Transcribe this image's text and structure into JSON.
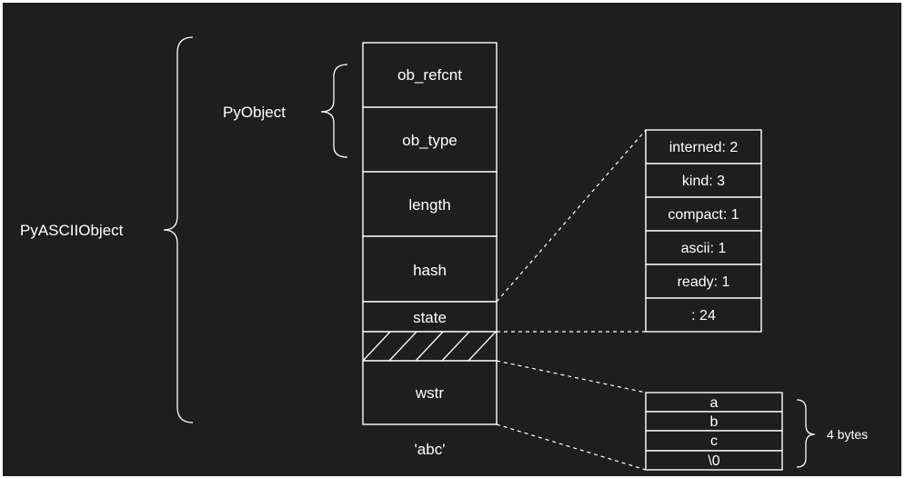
{
  "labels": {
    "outer_brace": "PyASCIIObject",
    "inner_brace": "PyObject",
    "string_literal": "'abc'",
    "bytes_note": "4 bytes"
  },
  "fields": [
    "ob_refcnt",
    "ob_type",
    "length",
    "hash",
    "state",
    "",
    "wstr"
  ],
  "state_bits": [
    "interned: 2",
    "kind: 3",
    "compact: 1",
    "ascii: 1",
    "ready: 1",
    ": 24"
  ],
  "chars": [
    "a",
    "b",
    "c",
    "\\0"
  ],
  "colors": {
    "background": "#1e1e1e",
    "stroke": "#ffffff",
    "text": "#ffffff"
  }
}
